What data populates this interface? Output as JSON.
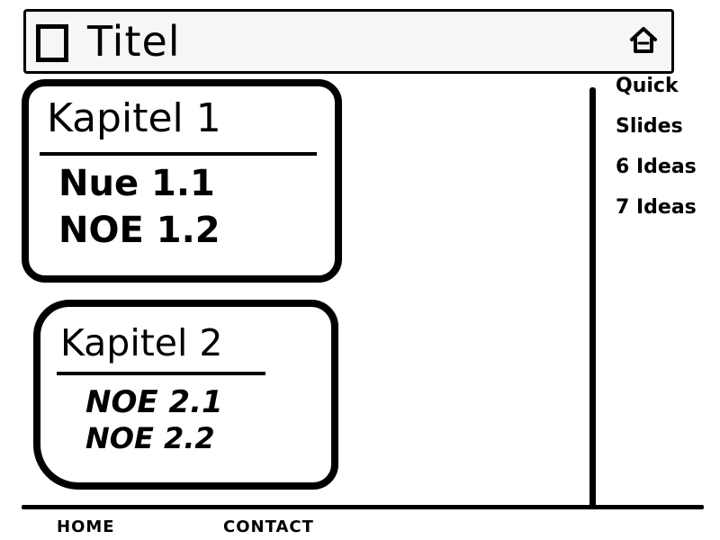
{
  "header": {
    "title": "Titel",
    "icons": {
      "menu": "checkbox-icon",
      "home": "home-icon"
    }
  },
  "chapters": [
    {
      "title": "Kapitel 1",
      "sections": [
        "Nue 1.1",
        "NOE 1.2"
      ]
    },
    {
      "title": "Kapitel 2",
      "sections": [
        "NOE 2.1",
        "NOE 2.2"
      ]
    }
  ],
  "sidebar": {
    "links": [
      "Quick",
      "Slides",
      "6 Ideas",
      "7 Ideas"
    ]
  },
  "footer": {
    "home": "HOME",
    "contact": "CONTACT"
  }
}
